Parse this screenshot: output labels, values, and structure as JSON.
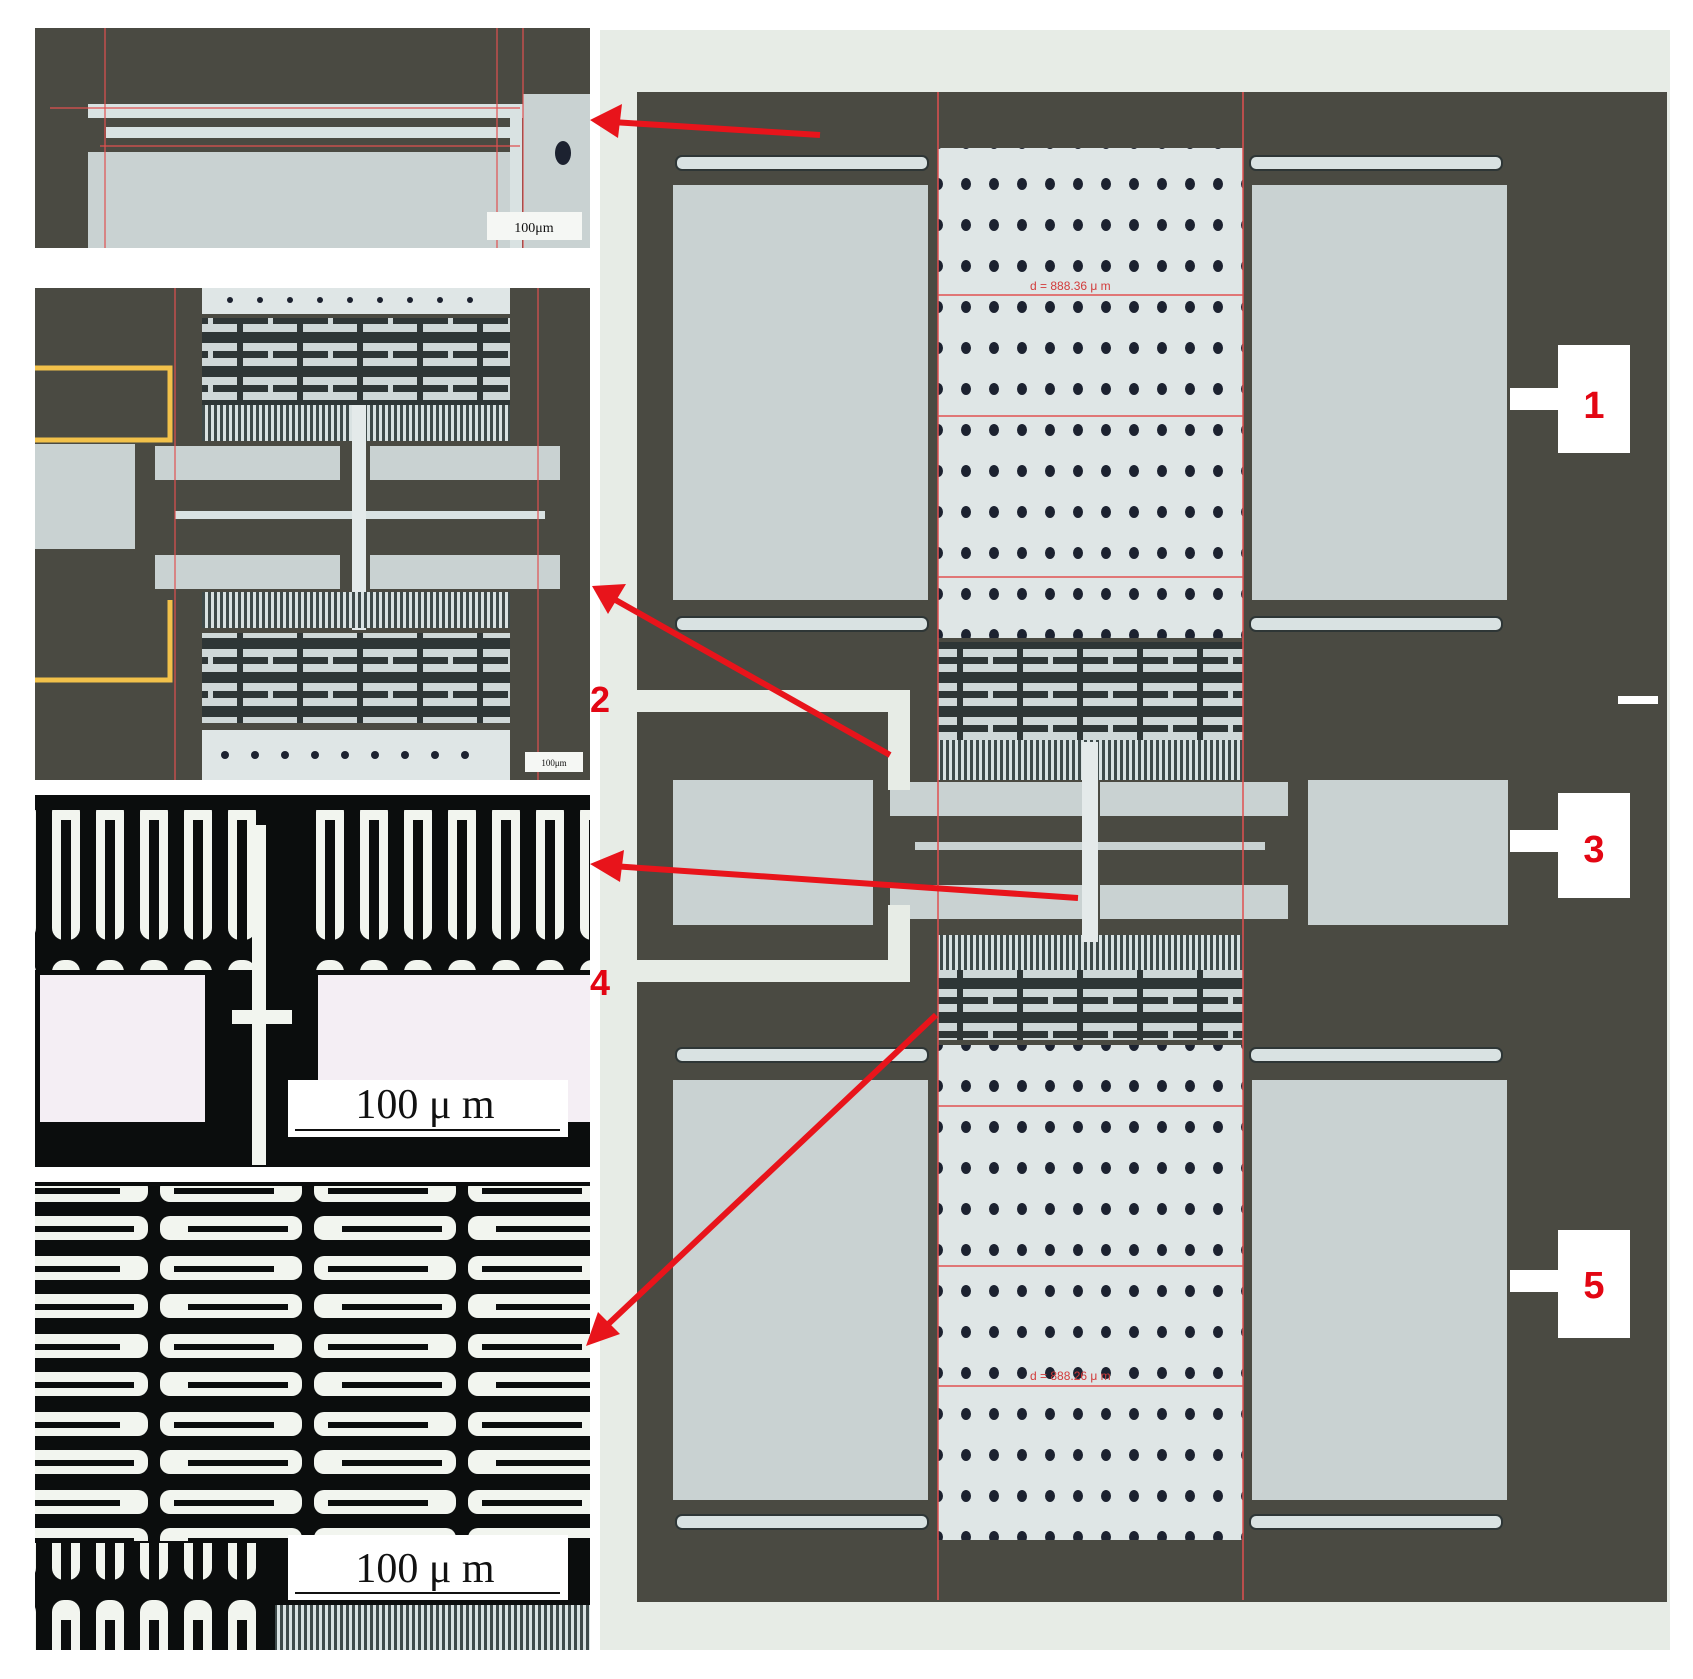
{
  "figure": {
    "scale_bar_small": "100 μ m",
    "scale_bar_large": "100 μ m",
    "measure_a": "d = 888.36 μ m",
    "measure_b": "d = 888.26 μ m",
    "side_labels": [
      "1",
      "2",
      "3",
      "4",
      "5"
    ],
    "colors": {
      "substrate": "#4a4a42",
      "metal": "#c9d2d2",
      "metal_light": "#dfe6e6",
      "hole": "#1c2230",
      "frame": "#e7ece6",
      "arrow": "#e8141b",
      "measure_line": "#e05050"
    }
  }
}
